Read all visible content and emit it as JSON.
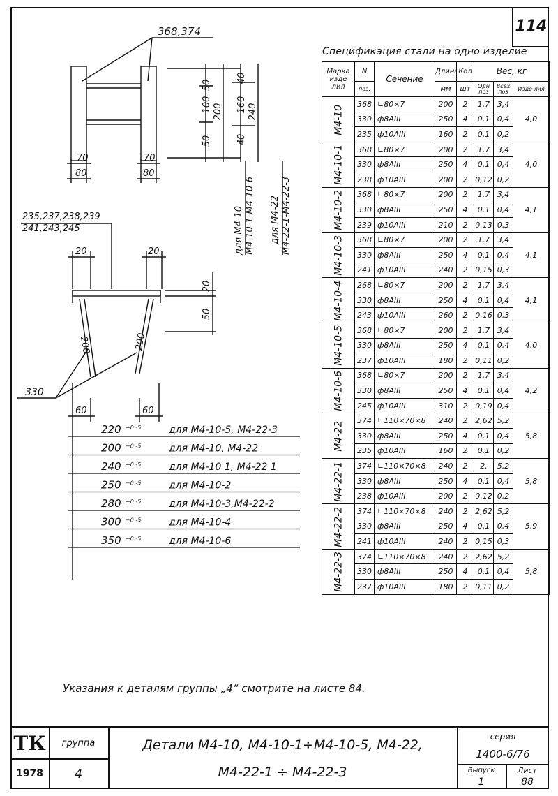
{
  "sheet_number": "114",
  "drawing": {
    "callout_top": "368,374",
    "callout_left_1": "235,237,238,239",
    "callout_left_2": "241,243,245",
    "callout_330": "330",
    "dim_50a": "50",
    "dim_100": "100",
    "dim_50b": "50",
    "dim_200": "200",
    "dim_40a": "40",
    "dim_160": "160",
    "dim_40b": "40",
    "dim_240": "240",
    "dim_70a": "70",
    "dim_80a": "80",
    "dim_70b": "70",
    "dim_80b": "80",
    "label_group1_a": "для М4-10",
    "label_group1_b": "М4-10-1-М4-10-6",
    "label_group2_a": "для М4-22",
    "label_group2_b": "М4-22-1-М4-22-3",
    "dim_20a": "20",
    "dim_20b": "20",
    "dim_20c": "20",
    "dim_50c": "50",
    "dim_200l": "200",
    "dim_200r": "200",
    "dim_60a": "60",
    "dim_60b": "60",
    "length_rows": [
      {
        "dim": "220",
        "tol": "+0 -5",
        "label": "для М4-10-5, М4-22-3"
      },
      {
        "dim": "200",
        "tol": "+0 -5",
        "label": "для М4-10, М4-22"
      },
      {
        "dim": "240",
        "tol": "+0 -5",
        "label": "для М4-10 1, М4-22 1"
      },
      {
        "dim": "250",
        "tol": "+0 -5",
        "label": "для М4-10-2"
      },
      {
        "dim": "280",
        "tol": "+0 -5",
        "label": "для М4-10-3,М4-22-2"
      },
      {
        "dim": "300",
        "tol": "+0 -5",
        "label": "для М4-10-4"
      },
      {
        "dim": "350",
        "tol": "+0 -5",
        "label": "для М4-10-6"
      }
    ]
  },
  "spec": {
    "title": "Спецификация стали на одно изделие",
    "headers": {
      "mark": "Марка изде лия",
      "pos": "N",
      "pos_unit": "поз.",
      "section": "Сечение",
      "length": "Длина",
      "length_unit": "мм",
      "qty": "Кол",
      "qty_unit": "шт",
      "weight": "Вес, кг",
      "w_one": "Одн поз",
      "w_all": "Всех поз",
      "w_item": "Изде лия"
    },
    "groups": [
      {
        "mark": "М4-10",
        "total": "4,0",
        "rows": [
          {
            "pos": "368",
            "section": "∟80×7",
            "length": "200",
            "qty": "2",
            "w1": "1,7",
            "w2": "3,4"
          },
          {
            "pos": "330",
            "section": "ф8АIII",
            "length": "250",
            "qty": "4",
            "w1": "0,1",
            "w2": "0,4"
          },
          {
            "pos": "235",
            "section": "ф10АIII",
            "length": "160",
            "qty": "2",
            "w1": "0,1",
            "w2": "0,2"
          }
        ]
      },
      {
        "mark": "М4-10-1",
        "total": "4,0",
        "rows": [
          {
            "pos": "368",
            "section": "∟80×7",
            "length": "200",
            "qty": "2",
            "w1": "1,7",
            "w2": "3,4"
          },
          {
            "pos": "330",
            "section": "ф8АIII",
            "length": "250",
            "qty": "4",
            "w1": "0,1",
            "w2": "0,4"
          },
          {
            "pos": "238",
            "section": "ф10АIII",
            "length": "200",
            "qty": "2",
            "w1": "0,12",
            "w2": "0,2"
          }
        ]
      },
      {
        "mark": "М4-10-2",
        "total": "4,1",
        "rows": [
          {
            "pos": "368",
            "section": "∟80×7",
            "length": "200",
            "qty": "2",
            "w1": "1,7",
            "w2": "3,4"
          },
          {
            "pos": "330",
            "section": "ф8АIII",
            "length": "250",
            "qty": "4",
            "w1": "0,1",
            "w2": "0,4"
          },
          {
            "pos": "239",
            "section": "ф10АIII",
            "length": "210",
            "qty": "2",
            "w1": "0,13",
            "w2": "0,3"
          }
        ]
      },
      {
        "mark": "М4-10-3",
        "total": "4,1",
        "rows": [
          {
            "pos": "368",
            "section": "∟80×7",
            "length": "200",
            "qty": "2",
            "w1": "1,7",
            "w2": "3,4"
          },
          {
            "pos": "330",
            "section": "ф8АIII",
            "length": "250",
            "qty": "4",
            "w1": "0,1",
            "w2": "0,4"
          },
          {
            "pos": "241",
            "section": "ф10АIII",
            "length": "240",
            "qty": "2",
            "w1": "0,15",
            "w2": "0,3"
          }
        ]
      },
      {
        "mark": "М4-10-4",
        "total": "4,1",
        "rows": [
          {
            "pos": "268",
            "section": "∟80×7",
            "length": "200",
            "qty": "2",
            "w1": "1,7",
            "w2": "3,4"
          },
          {
            "pos": "330",
            "section": "ф8АIII",
            "length": "250",
            "qty": "4",
            "w1": "0,1",
            "w2": "0,4"
          },
          {
            "pos": "243",
            "section": "ф10АIII",
            "length": "260",
            "qty": "2",
            "w1": "0,16",
            "w2": "0,3"
          }
        ]
      },
      {
        "mark": "М4-10-5",
        "total": "4,0",
        "rows": [
          {
            "pos": "368",
            "section": "∟80×7",
            "length": "200",
            "qty": "2",
            "w1": "1,7",
            "w2": "3,4"
          },
          {
            "pos": "330",
            "section": "ф8АIII",
            "length": "250",
            "qty": "4",
            "w1": "0,1",
            "w2": "0,4"
          },
          {
            "pos": "237",
            "section": "ф10АIII",
            "length": "180",
            "qty": "2",
            "w1": "0,11",
            "w2": "0,2"
          }
        ]
      },
      {
        "mark": "М4-10-6",
        "total": "4,2",
        "rows": [
          {
            "pos": "368",
            "section": "∟80×7",
            "length": "200",
            "qty": "2",
            "w1": "1,7",
            "w2": "3,4"
          },
          {
            "pos": "330",
            "section": "ф8АIII",
            "length": "250",
            "qty": "4",
            "w1": "0,1",
            "w2": "0,4"
          },
          {
            "pos": "245",
            "section": "ф10АIII",
            "length": "310",
            "qty": "2",
            "w1": "0,19",
            "w2": "0,4"
          }
        ]
      },
      {
        "mark": "М4-22",
        "total": "5,8",
        "rows": [
          {
            "pos": "374",
            "section": "∟110×70×8",
            "length": "240",
            "qty": "2",
            "w1": "2,62",
            "w2": "5,2"
          },
          {
            "pos": "330",
            "section": "ф8АIII",
            "length": "250",
            "qty": "4",
            "w1": "0,1",
            "w2": "0,4"
          },
          {
            "pos": "235",
            "section": "ф10АIII",
            "length": "160",
            "qty": "2",
            "w1": "0,1",
            "w2": "0,2"
          }
        ]
      },
      {
        "mark": "М4-22-1",
        "total": "5,8",
        "rows": [
          {
            "pos": "374",
            "section": "∟110×70×8",
            "length": "240",
            "qty": "2",
            "w1": "2,",
            "w2": "5,2"
          },
          {
            "pos": "330",
            "section": "ф8АIII",
            "length": "250",
            "qty": "4",
            "w1": "0,1",
            "w2": "0,4"
          },
          {
            "pos": "238",
            "section": "ф10АIII",
            "length": "200",
            "qty": "2",
            "w1": "0,12",
            "w2": "0,2"
          }
        ]
      },
      {
        "mark": "М4-22-2",
        "total": "5,9",
        "rows": [
          {
            "pos": "374",
            "section": "∟110×70×8",
            "length": "240",
            "qty": "2",
            "w1": "2,62",
            "w2": "5,2"
          },
          {
            "pos": "330",
            "section": "ф8АIII",
            "length": "250",
            "qty": "4",
            "w1": "0,1",
            "w2": "0,4"
          },
          {
            "pos": "241",
            "section": "ф10АIII",
            "length": "240",
            "qty": "2",
            "w1": "0,15",
            "w2": "0,3"
          }
        ]
      },
      {
        "mark": "М4-22-3",
        "total": "5,8",
        "rows": [
          {
            "pos": "374",
            "section": "∟110×70×8",
            "length": "240",
            "qty": "2",
            "w1": "2,62",
            "w2": "5,2"
          },
          {
            "pos": "330",
            "section": "ф8АIII",
            "length": "250",
            "qty": "4",
            "w1": "0,1",
            "w2": "0,4"
          },
          {
            "pos": "237",
            "section": "ф10АIII",
            "length": "180",
            "qty": "2",
            "w1": "0,11",
            "w2": "0,2"
          }
        ]
      }
    ]
  },
  "note": "Указания к деталям группы „4“ смотрите на листе 84.",
  "title_block": {
    "logo": "ТК",
    "group_label": "группа",
    "group_value": "4",
    "year": "1978",
    "title_line1": "Детали М4-10, М4-10-1÷М4-10-5, М4-22,",
    "title_line2": "М4-22-1 ÷ М4-22-3",
    "series_label": "серия",
    "series_value": "1400-6/76",
    "issue_label": "Выпуск",
    "issue_value": "1",
    "sheet_label": "Лист",
    "sheet_value": "88"
  }
}
